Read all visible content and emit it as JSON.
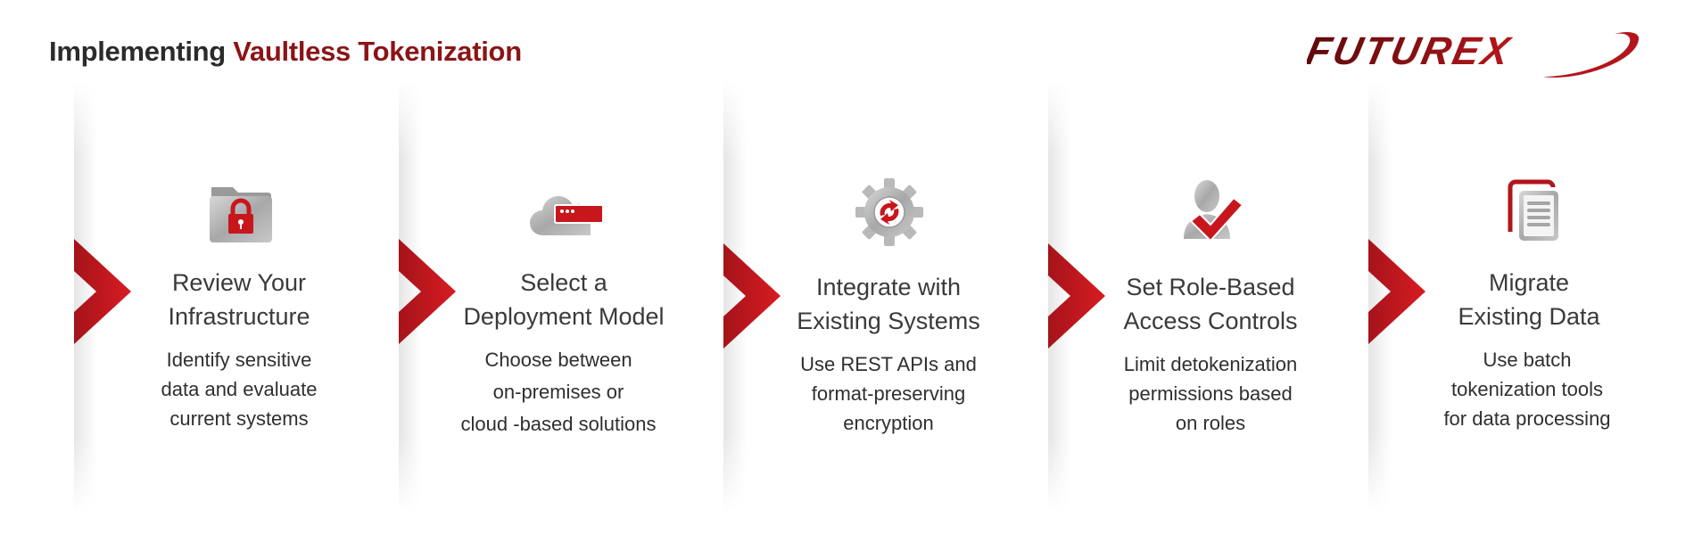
{
  "header": {
    "title_prefix": "Implementing",
    "title_accent": "Vaultless Tokenization",
    "logo_text": "FUTUREX"
  },
  "colors": {
    "accent_red": "#c8161d",
    "dark_red": "#8b1416",
    "text_dark": "#333333",
    "icon_silver": "#b5b5b5"
  },
  "steps": [
    {
      "icon": "locked-folder-icon",
      "title_line1": "Review Your",
      "title_line2": "Infrastructure",
      "desc_line1": "Identify sensitive",
      "desc_line2": "data and evaluate",
      "desc_line3": "current systems"
    },
    {
      "icon": "cloud-server-icon",
      "title_line1": "Select a",
      "title_line2": "Deployment Model",
      "desc_line1": "Choose between",
      "desc_line2": "on-premises or",
      "desc_line3": "cloud -based solutions"
    },
    {
      "icon": "gear-sync-icon",
      "title_line1": "Integrate with",
      "title_line2": "Existing Systems",
      "desc_line1": "Use REST APIs and",
      "desc_line2": "format-preserving",
      "desc_line3": "encryption"
    },
    {
      "icon": "user-check-icon",
      "title_line1": "Set Role-Based",
      "title_line2": "Access Controls",
      "desc_line1": "Limit detokenization",
      "desc_line2": "permissions based",
      "desc_line3": "on roles"
    },
    {
      "icon": "documents-copy-icon",
      "title_line1": "Migrate",
      "title_line2": "Existing Data",
      "desc_line1": "Use batch",
      "desc_line2": "tokenization tools",
      "desc_line3": "for data processing"
    }
  ]
}
